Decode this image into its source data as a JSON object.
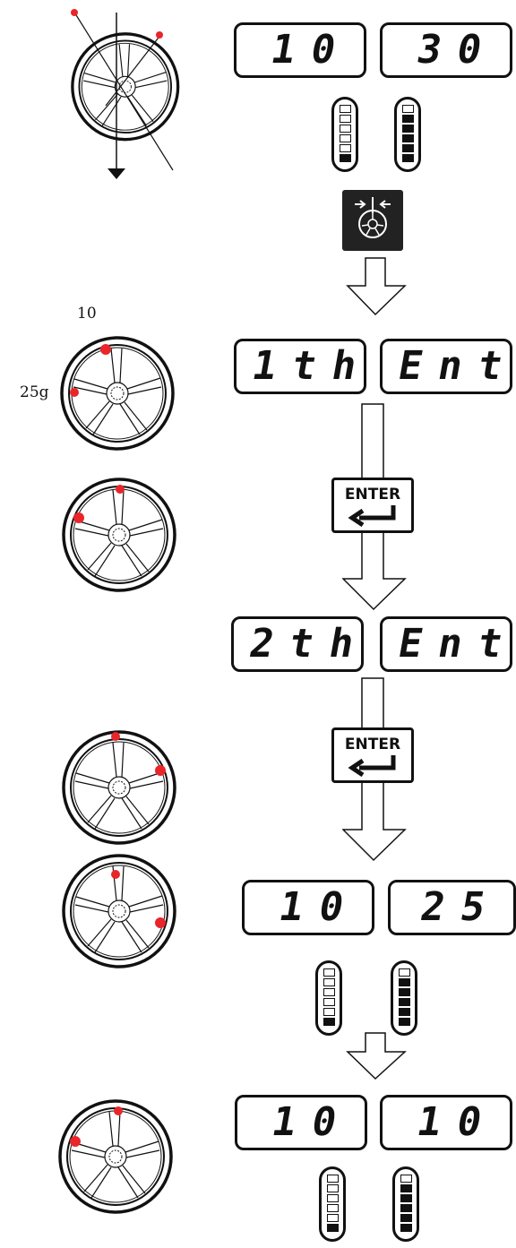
{
  "notes": {
    "spokes": "10",
    "weight": "25g"
  },
  "step1": {
    "left_display": "10",
    "right_display": "30"
  },
  "step2": {
    "left_display": "1th",
    "right_display": "Ent"
  },
  "enter1": {
    "label": "ENTER"
  },
  "step3": {
    "left_display": "2th",
    "right_display": "Ent"
  },
  "enter2": {
    "label": "ENTER"
  },
  "step4": {
    "left_display": "10",
    "right_display": "25"
  },
  "step5": {
    "left_display": "10",
    "right_display": "10"
  },
  "level_meters": [
    {
      "lit_segments": 1,
      "total_segments": 6
    },
    {
      "lit_segments": 5,
      "total_segments": 6
    },
    {
      "lit_segments": 1,
      "total_segments": 6
    },
    {
      "lit_segments": 5,
      "total_segments": 6
    },
    {
      "lit_segments": 1,
      "total_segments": 6
    },
    {
      "lit_segments": 5,
      "total_segments": 6
    }
  ],
  "colors": {
    "weight_marker": "#e8262a",
    "ink": "#111111"
  },
  "icons": [
    "down-arrow-icon",
    "balance-mode-icon",
    "flow-arrow-icon",
    "enter-key-icon"
  ]
}
